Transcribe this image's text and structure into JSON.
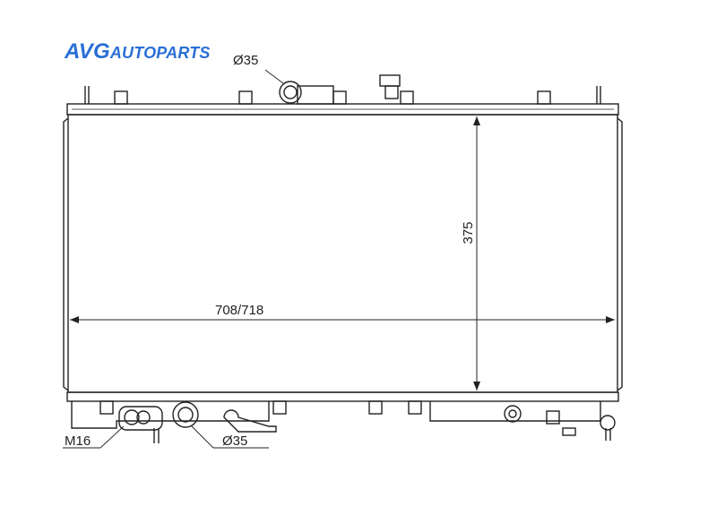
{
  "logo": {
    "part1": "AVG",
    "part2": "AUTOPARTS",
    "color": "#2a6fd6"
  },
  "dimensions": {
    "cap_top": "Ø35",
    "height": "375",
    "width": "708/718",
    "thread": "M16",
    "cap_bottom": "Ø35"
  },
  "colors": {
    "line": "#222222",
    "watermark": "#d8d8d8"
  }
}
